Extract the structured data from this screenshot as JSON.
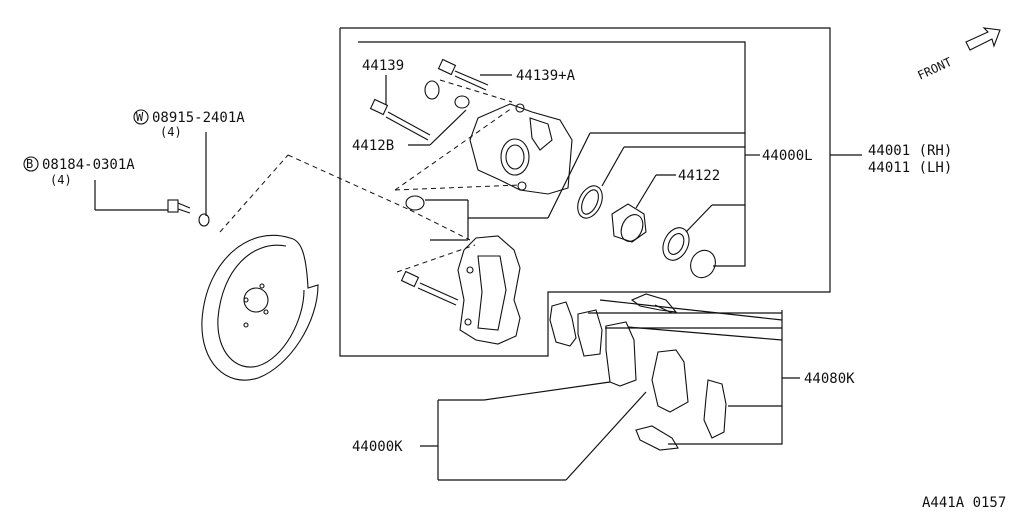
{
  "front_label": "FRONT",
  "callouts": {
    "p44139": "44139",
    "p44139a": "44139+A",
    "p44128": "4412B",
    "p44000l": "44000L",
    "p44001": "44001 (RH)",
    "p44011": "44011 (LH)",
    "p44122": "44122",
    "p44080k": "44080K",
    "p44000k": "44000K"
  },
  "washer": {
    "symbol": "W",
    "code": "08915-2401A",
    "qty": "(4)"
  },
  "bolt": {
    "symbol": "B",
    "code": "08184-0301A",
    "qty": "(4)"
  },
  "figure_id": "A441A 0157"
}
